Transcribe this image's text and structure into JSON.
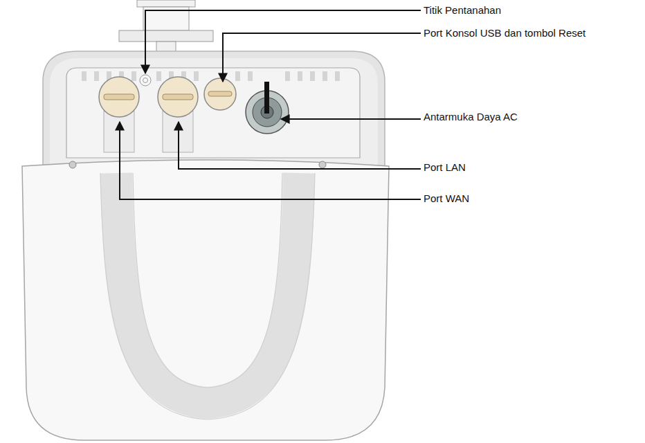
{
  "diagram": {
    "labels": [
      "Titik Pentanahan",
      "Port Konsol USB dan tombol Reset",
      "Antarmuka Daya AC",
      "Port LAN",
      "Port WAN"
    ]
  }
}
